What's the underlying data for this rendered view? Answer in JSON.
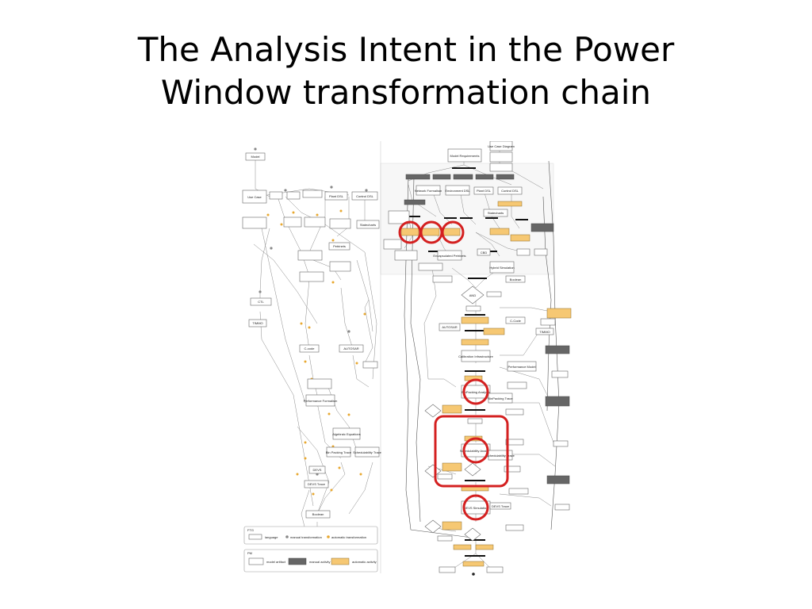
{
  "slide": {
    "title_lines": [
      "The Analysis Intent in the Power",
      "Window transformation chain"
    ]
  },
  "colors": {
    "highlight": "#d42020",
    "manual_activity": "#666666",
    "automatic_activity": "#f6c873",
    "edge": "#8a8a8a"
  },
  "diagram": {
    "left_panel": {
      "nodes": [
        "Model",
        "Use Case",
        "Plant DSL",
        "Control DSL",
        "Statecharts",
        "Petrinets",
        "CTL",
        "TIMMO",
        "C-code",
        "AUTOSAR",
        "Performance Formalism",
        "Algebraic Equations",
        "Bin Packing Trace",
        "Schedulability Trace",
        "DEVS",
        "DEVS Trace",
        "Boolean"
      ],
      "legend_ftg": {
        "header": "FTG",
        "items": [
          "language",
          "manual transformation",
          "automatic transformation"
        ]
      },
      "legend_pm": {
        "header": "PM",
        "items": [
          "model artifact",
          "manual activity",
          "automatic activity"
        ]
      }
    },
    "right_panel": {
      "nodes": [
        "Model Requirements",
        "Use Case Diagram",
        "Network Formalism",
        "Environment DSL",
        "Plant DSL",
        "Control DSL",
        "Statecharts",
        "Encapsulated Petrinets",
        "CBD",
        "Hybrid Simulation",
        "Boolean",
        "AND",
        "AUTOSAR",
        "C-Code",
        "TIMMO",
        "Calibration Infrastructure",
        "Performance Model",
        "BinPacking Analysis",
        "BinPacking Trace",
        "Schedulability Analysis",
        "Schedulability Trace",
        "DEVS Simulation",
        "DEVS Trace"
      ]
    }
  }
}
